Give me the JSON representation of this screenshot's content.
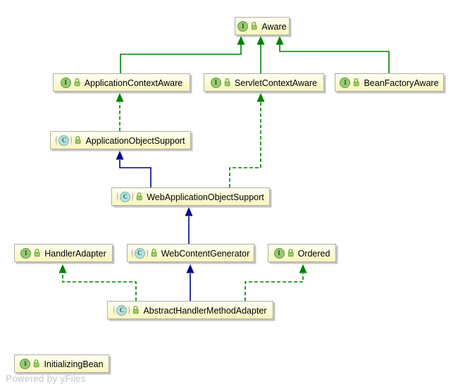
{
  "colors": {
    "edge_green": "#008200",
    "edge_blue": "#00008b",
    "node_fill_top": "#fffff4",
    "node_fill_bottom": "#faf7c4",
    "watermark": "#c6c6c6"
  },
  "icons": {
    "interface_letter": "I",
    "class_letter": "C"
  },
  "nodes": [
    {
      "label": "Aware",
      "kind": "interface"
    },
    {
      "label": "ApplicationContextAware",
      "kind": "interface"
    },
    {
      "label": "ServletContextAware",
      "kind": "interface"
    },
    {
      "label": "BeanFactoryAware",
      "kind": "interface"
    },
    {
      "label": "ApplicationObjectSupport",
      "kind": "class"
    },
    {
      "label": "WebApplicationObjectSupport",
      "kind": "class"
    },
    {
      "label": "HandlerAdapter",
      "kind": "interface"
    },
    {
      "label": "WebContentGenerator",
      "kind": "class"
    },
    {
      "label": "Ordered",
      "kind": "interface"
    },
    {
      "label": "AbstractHandlerMethodAdapter",
      "kind": "class"
    },
    {
      "label": "InitializingBean",
      "kind": "interface"
    }
  ],
  "edges": [
    {
      "from": "ApplicationContextAware",
      "to": "Aware",
      "type": "extends-interface"
    },
    {
      "from": "ServletContextAware",
      "to": "Aware",
      "type": "extends-interface"
    },
    {
      "from": "BeanFactoryAware",
      "to": "Aware",
      "type": "extends-interface"
    },
    {
      "from": "ApplicationObjectSupport",
      "to": "ApplicationContextAware",
      "type": "implements"
    },
    {
      "from": "WebApplicationObjectSupport",
      "to": "ApplicationObjectSupport",
      "type": "extends"
    },
    {
      "from": "WebApplicationObjectSupport",
      "to": "ServletContextAware",
      "type": "implements"
    },
    {
      "from": "WebContentGenerator",
      "to": "WebApplicationObjectSupport",
      "type": "extends"
    },
    {
      "from": "AbstractHandlerMethodAdapter",
      "to": "HandlerAdapter",
      "type": "implements"
    },
    {
      "from": "AbstractHandlerMethodAdapter",
      "to": "WebContentGenerator",
      "type": "extends"
    },
    {
      "from": "AbstractHandlerMethodAdapter",
      "to": "Ordered",
      "type": "implements"
    }
  ],
  "watermark": "Powered by yFiles"
}
